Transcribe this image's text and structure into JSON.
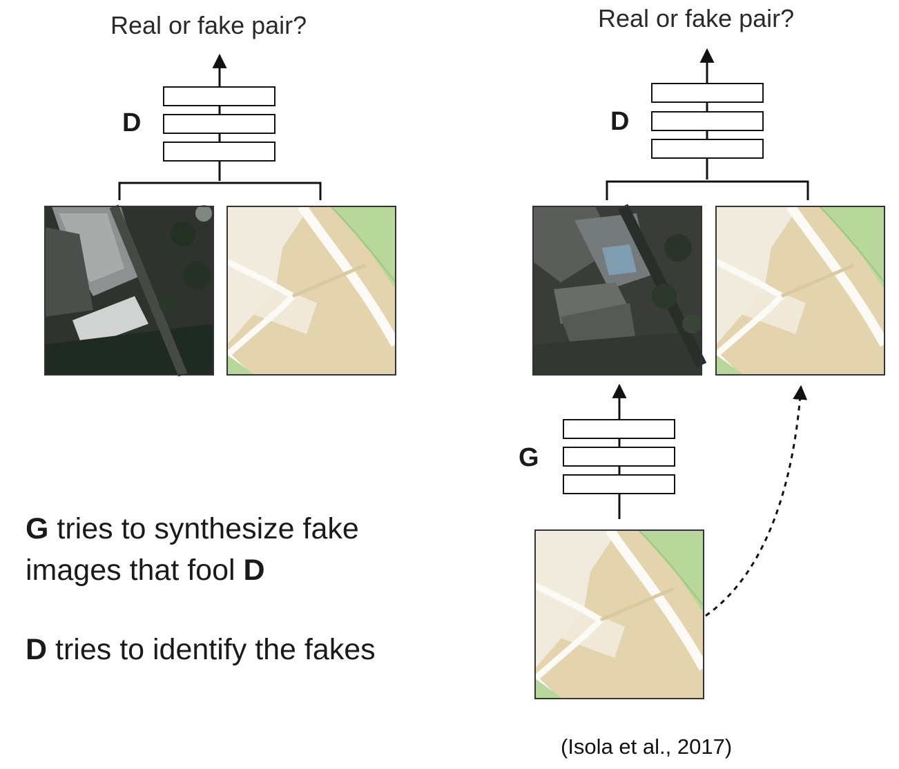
{
  "left_panel": {
    "question": "Real or fake pair?",
    "discriminator_label": "D"
  },
  "right_panel": {
    "question": "Real or fake pair?",
    "discriminator_label": "D",
    "generator_label": "G"
  },
  "caption": {
    "line1_bold": "G",
    "line1_rest": " tries to synthesize fake",
    "line2_rest": "images that fool ",
    "line2_bold": "D",
    "line3_bold": "D",
    "line3_rest": " tries to identify the fakes"
  },
  "citation": "(Isola et al., 2017)",
  "colors": {
    "map_beige": "#e3d4ad",
    "map_cream": "#f1ebdd",
    "map_green": "#b7d89a",
    "map_road": "#fbfaf5",
    "aerial_dark": "#2f332e"
  }
}
